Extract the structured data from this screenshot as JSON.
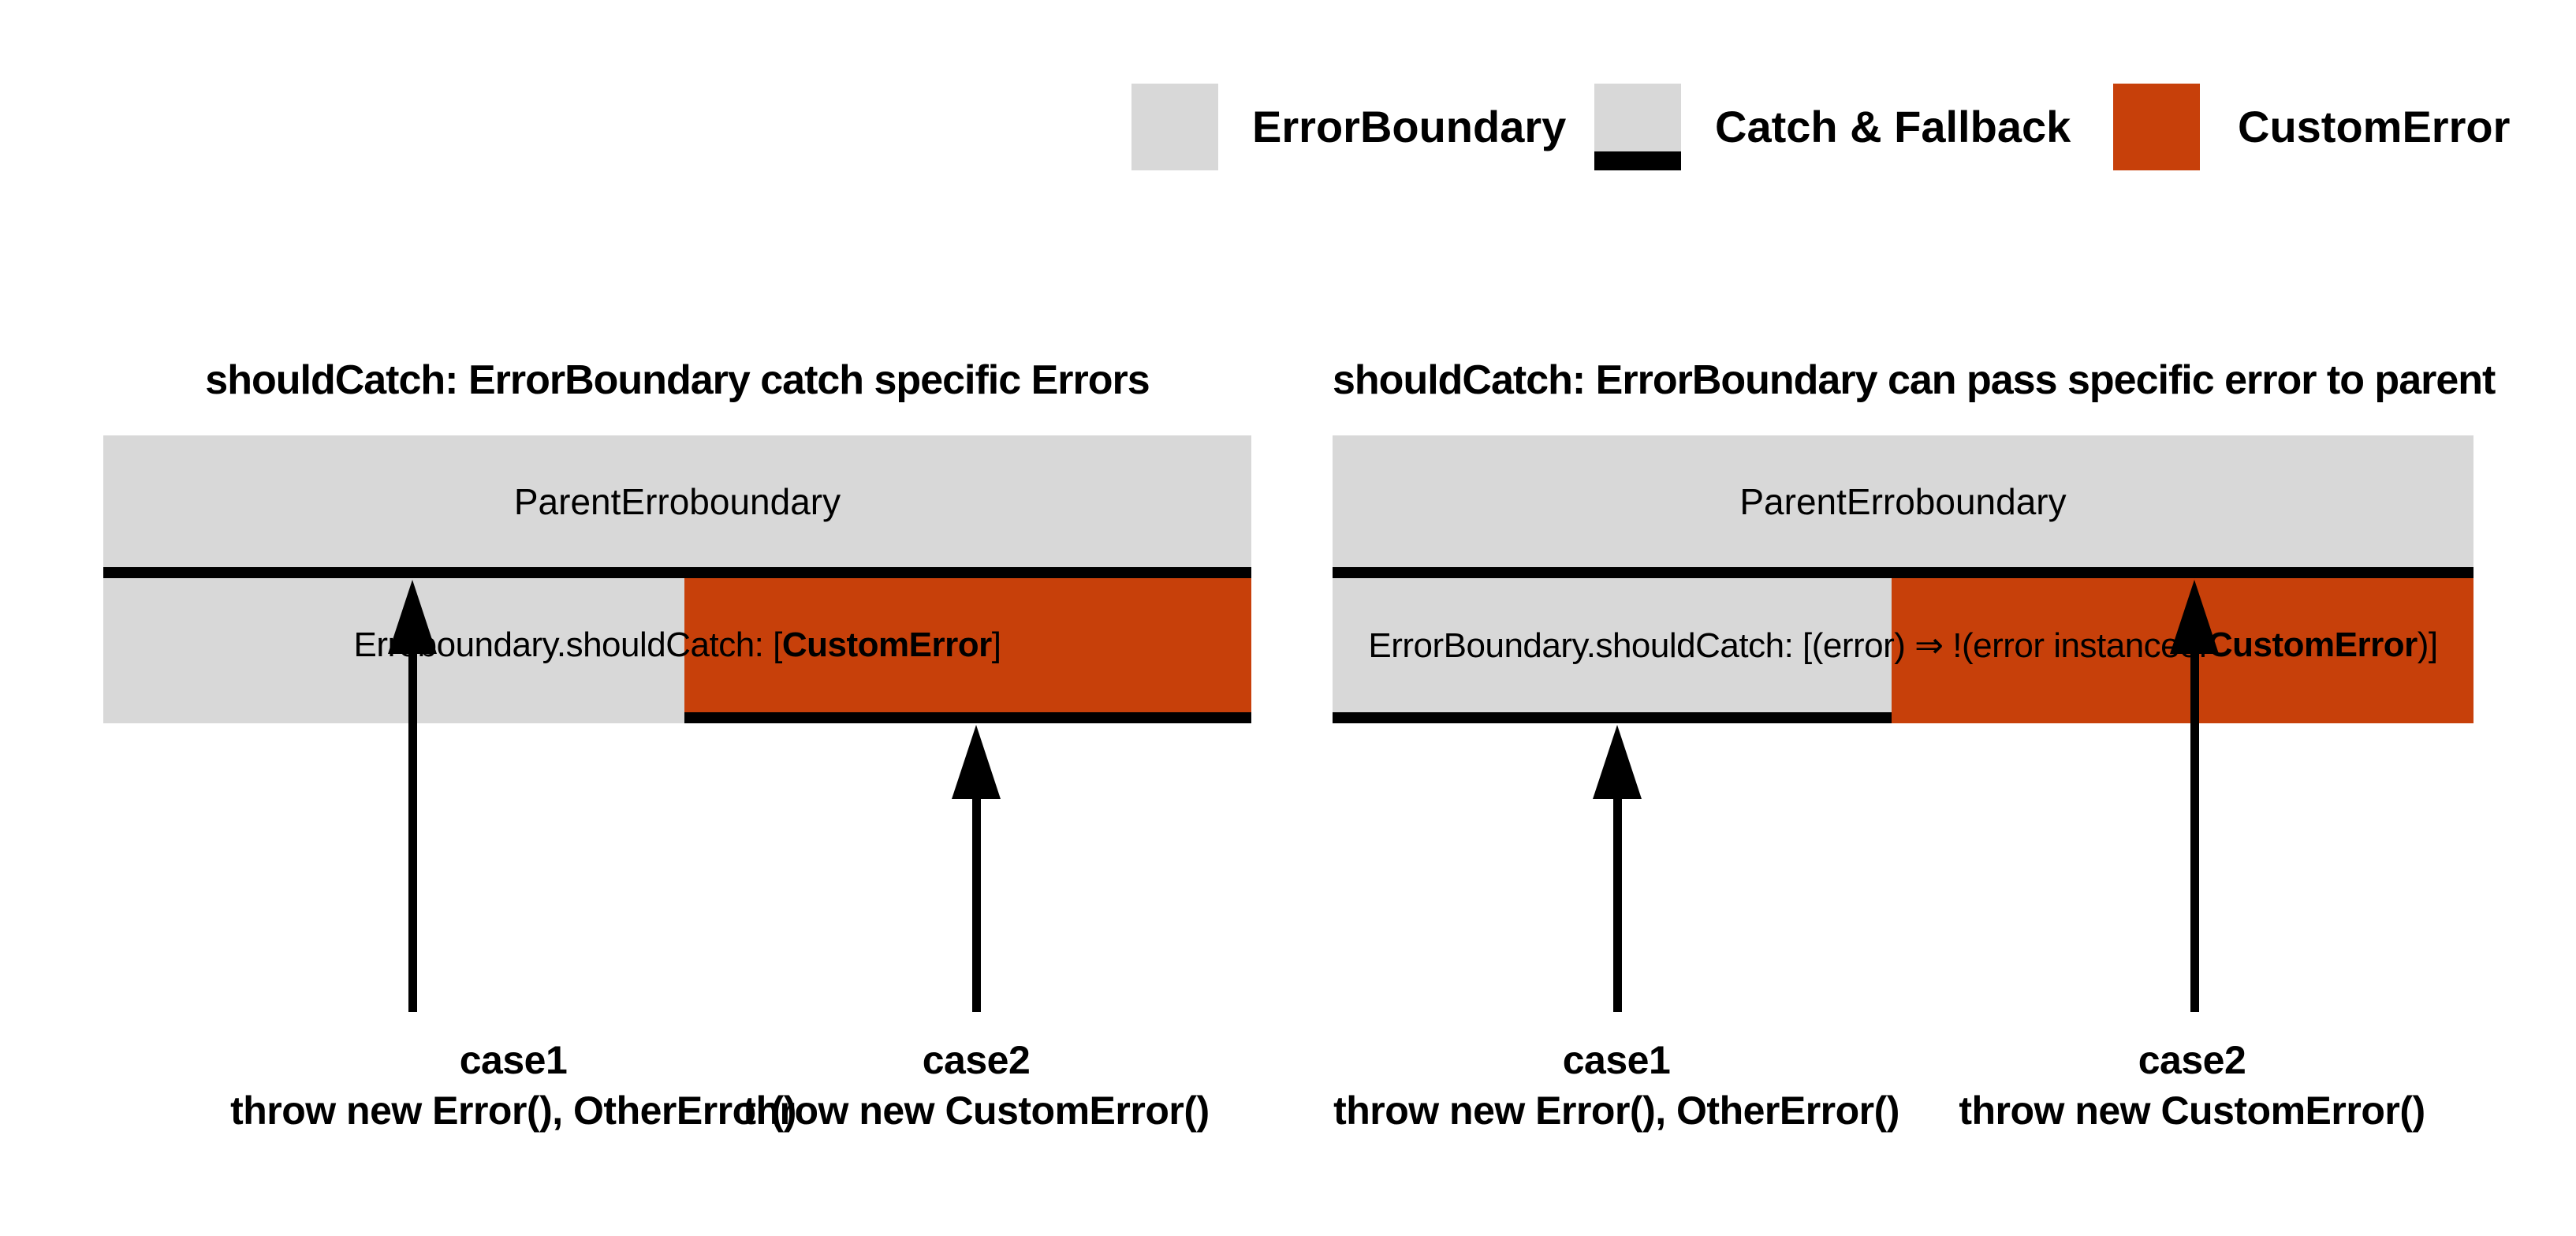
{
  "colors": {
    "error_boundary_gray": "#D8D8D8",
    "custom_error_orange": "#C7400A",
    "catch_fallback_black": "#000000",
    "background": "#FFFFFF"
  },
  "legend": {
    "items": [
      {
        "id": "error-boundary",
        "label": "ErrorBoundary"
      },
      {
        "id": "catch-fallback",
        "label": "Catch & Fallback"
      },
      {
        "id": "custom-error",
        "label": "CustomError"
      }
    ]
  },
  "diagrams": [
    {
      "title": "shouldCatch: ErrorBoundary catch specific Errors",
      "parent_label": "ParentErroboundary",
      "rule": {
        "prefix": "Erroboundary.shouldCatch: [",
        "bold": "CustomError",
        "suffix": "]"
      },
      "cases": [
        {
          "name": "case1",
          "code": "throw new Error(), OtherError()"
        },
        {
          "name": "case2",
          "code": "throw new CustomError()"
        }
      ]
    },
    {
      "title": "shouldCatch: ErrorBoundary can pass specific error to parent",
      "parent_label": "ParentErroboundary",
      "rule": {
        "prefix": "ErrorBoundary.shouldCatch: [(error) ⇒ !(error instanceof ",
        "bold": "CustomError",
        "suffix": ")]"
      },
      "cases": [
        {
          "name": "case1",
          "code": "throw new Error(), OtherError()"
        },
        {
          "name": "case2",
          "code": "throw new CustomError()"
        }
      ]
    }
  ]
}
